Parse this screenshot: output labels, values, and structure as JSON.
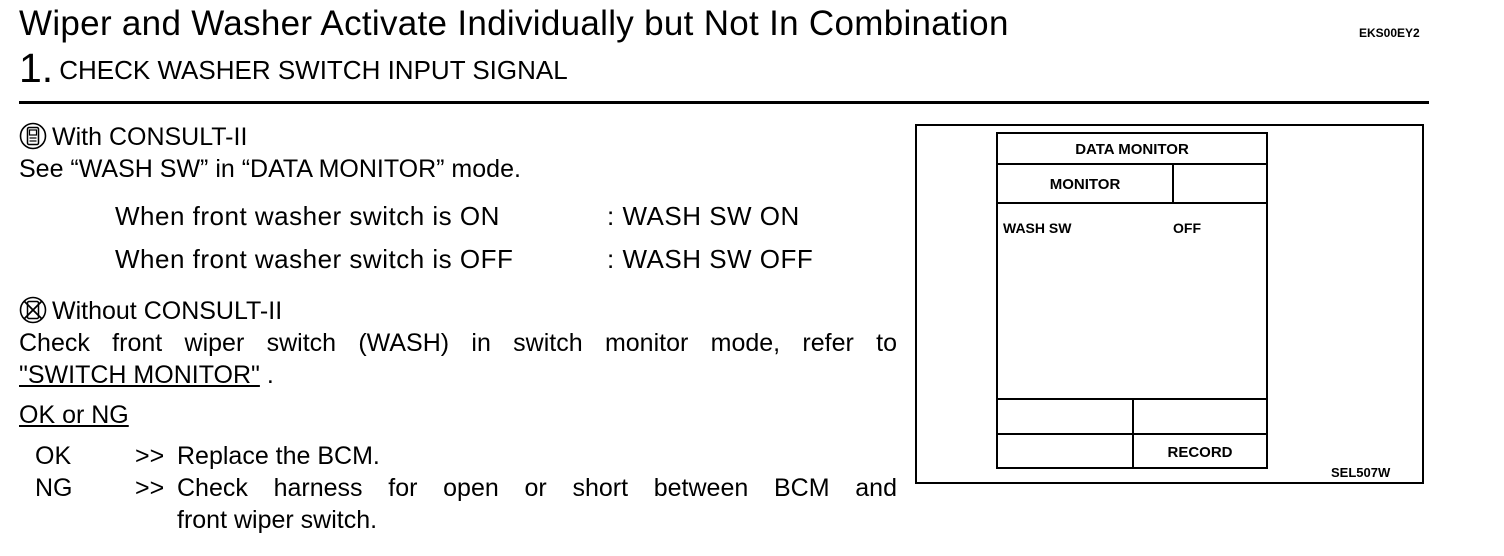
{
  "header": {
    "title": "Wiper and Washer Activate Individually but Not In Combination",
    "doc_code": "EKS00EY2",
    "step_number": "1.",
    "step_title": "CHECK WASHER SWITCH INPUT SIGNAL"
  },
  "with_consult": {
    "icon": "consult-icon",
    "heading": "With CONSULT-II",
    "instruction": "See “WASH SW” in “DATA MONITOR” mode.",
    "conditions": [
      {
        "condition": "When front washer switch is ON",
        "result": ": WASH SW ON"
      },
      {
        "condition": "When front washer switch is OFF",
        "result": ": WASH SW OFF"
      }
    ]
  },
  "without_consult": {
    "icon": "no-consult-icon",
    "heading": "Without CONSULT-II",
    "instruction_line1": "Check front wiper switch (WASH) in switch monitor mode, refer to",
    "link": "\"SWITCH MONITOR\"",
    "instruction_end": "."
  },
  "ok_ng": {
    "heading": "OK or NG",
    "results": [
      {
        "code": "OK",
        "arrow": ">>",
        "action_line1": "Replace the BCM.",
        "action_line2": ""
      },
      {
        "code": "NG",
        "arrow": ">>",
        "action_line1": "Check harness for open or short between BCM and",
        "action_line2": "front wiper switch."
      }
    ]
  },
  "figure": {
    "screen_title": "DATA MONITOR",
    "monitor_label": "MONITOR",
    "item_name": "WASH SW",
    "item_value": "OFF",
    "record_button": "RECORD",
    "figure_id": "SEL507W"
  }
}
